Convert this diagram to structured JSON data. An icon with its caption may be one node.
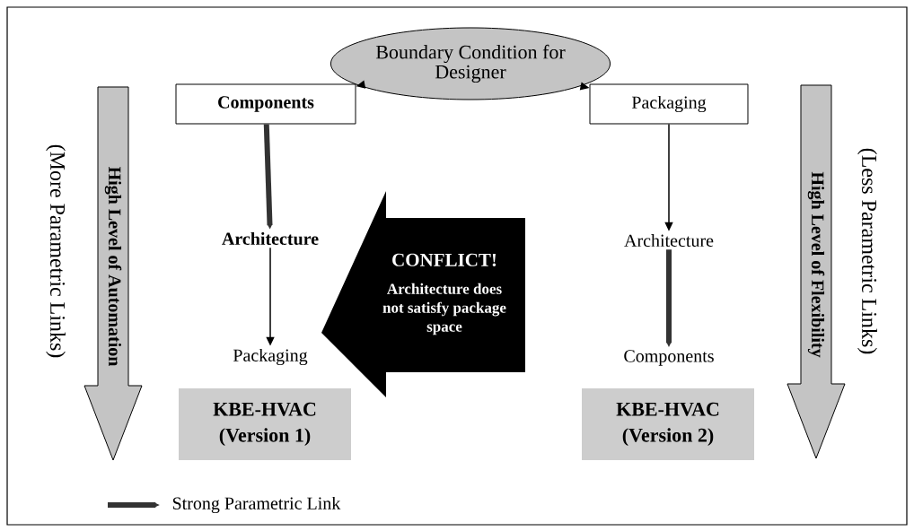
{
  "diagram": {
    "nodes": [
      {
        "text": [
          "Boundary Condition for Designer"
        ]
      },
      {
        "text": [
          "Components"
        ]
      },
      {
        "text": [
          "Packaging"
        ]
      },
      {
        "text": [
          "Architecture"
        ]
      },
      {
        "text": [
          "Packaging"
        ]
      },
      {
        "text": [
          "KBE-HVAC (Version 1)"
        ]
      },
      {
        "text": [
          "Architecture"
        ]
      },
      {
        "text": [
          "Components"
        ]
      },
      {
        "text": [
          "KBE-HVAC (Version 2)"
        ]
      },
      {
        "text": [
          "CONFLICT!",
          "Architecture does not satisfy package space"
        ]
      },
      {
        "text": [
          "High Level of Automation"
        ]
      },
      {
        "text": [
          "High Level of Flexibility"
        ]
      }
    ],
    "edges": [
      {
        "from": 0,
        "to": 1,
        "arrow": "to"
      },
      {
        "from": 0,
        "to": 2,
        "arrow": "to"
      },
      {
        "from": 1,
        "to": 3,
        "arrow": "to",
        "style": "thick"
      },
      {
        "from": 3,
        "to": 4,
        "arrow": "to"
      },
      {
        "from": 2,
        "to": 6,
        "arrow": "to"
      },
      {
        "from": 6,
        "to": 7,
        "arrow": "to",
        "style": "thick"
      }
    ],
    "labels": [
      "(More Parametric Links)",
      "(Less Parametric Links)"
    ],
    "legend": [
      {
        "text": "Strong Parametric Link"
      }
    ]
  }
}
